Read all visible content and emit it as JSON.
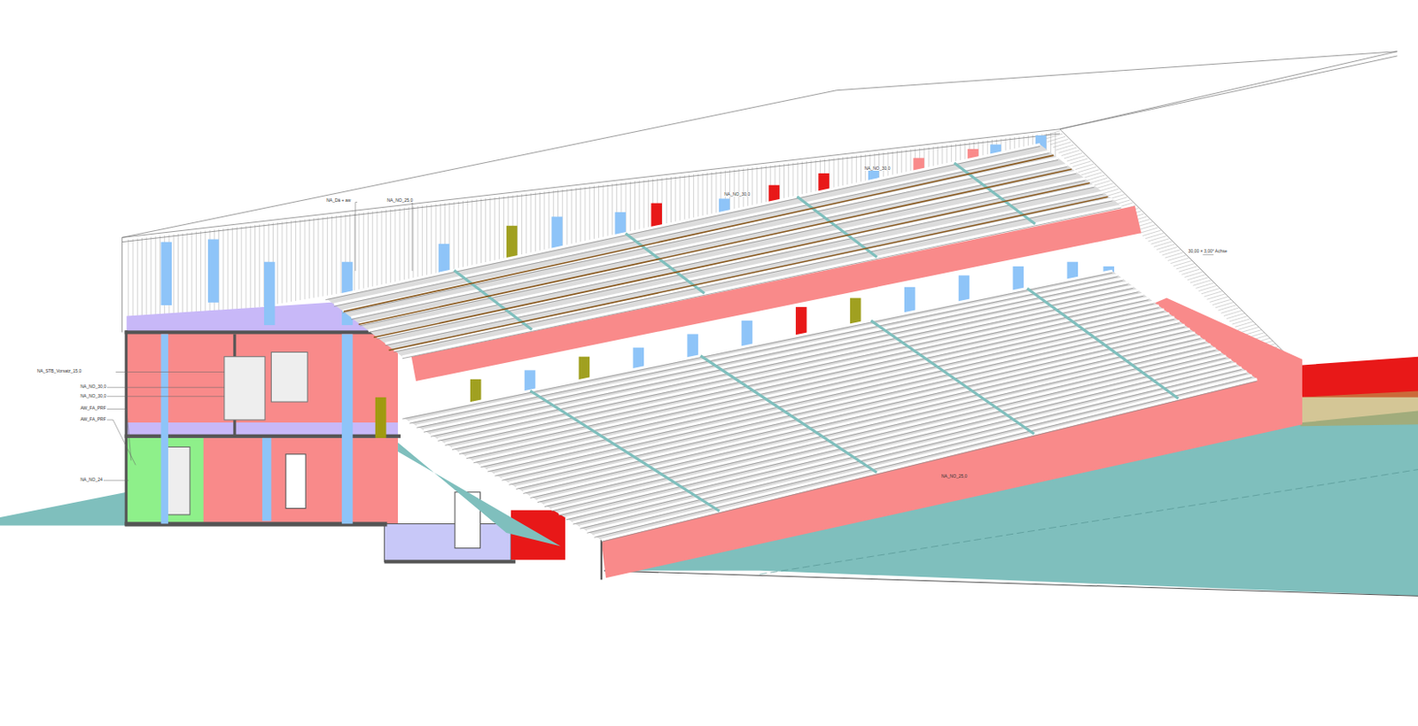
{
  "diagram": {
    "labels": [
      "NA_STB_Vorsatz_15,0",
      "NA_NO_30,0",
      "NA_NO_30,0",
      "AW_FA_PRF",
      "AW_FA_PRF",
      "NA_NO_24",
      "NA_Dä + aw",
      "NA_NO_25,0",
      "NA_NO_30,0",
      "NA_NO_30,0",
      "30,00 × 3,00° Achse",
      "NA_NO_25,0"
    ]
  }
}
